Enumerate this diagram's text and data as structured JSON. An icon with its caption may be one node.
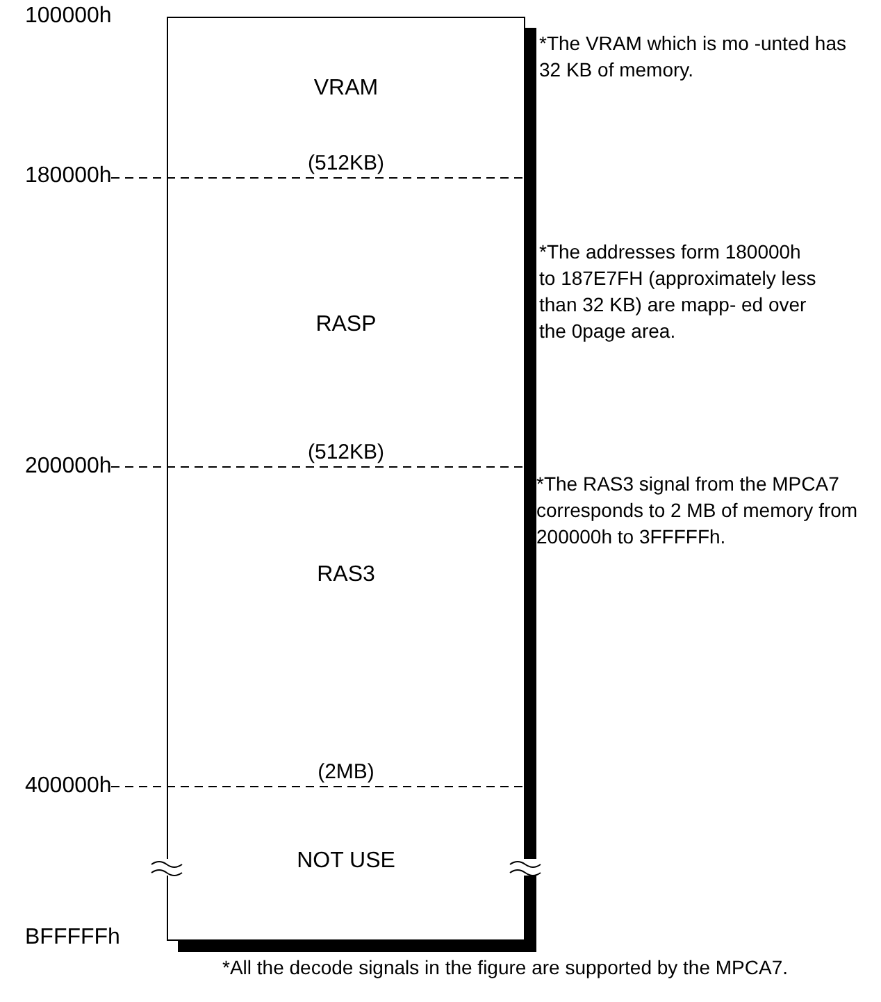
{
  "diagram": {
    "nodes": [
      {
        "text": [
          "VRAM",
          "(512KB)"
        ]
      },
      {
        "text": [
          "RASP",
          "(512KB)"
        ]
      },
      {
        "text": [
          "RAS3",
          "(2MB)"
        ]
      },
      {
        "text": [
          "NOT USE"
        ]
      }
    ],
    "labels": [
      "100000h",
      "*The VRAM which is mo -unted has 32 KB of memory.",
      "180000h",
      "*The addresses form 180000h to 187E7FH (approximately less than 32 KB) are mapp- ed over the 0page area.",
      "200000h",
      "*The RAS3 signal from the MPCA7 corresponds to 2 MB of memory from 200000h to 3FFFFFh.",
      "400000h",
      "BFFFFFh",
      "*All the decode signals in the figure are supported by the MPCA7."
    ]
  }
}
